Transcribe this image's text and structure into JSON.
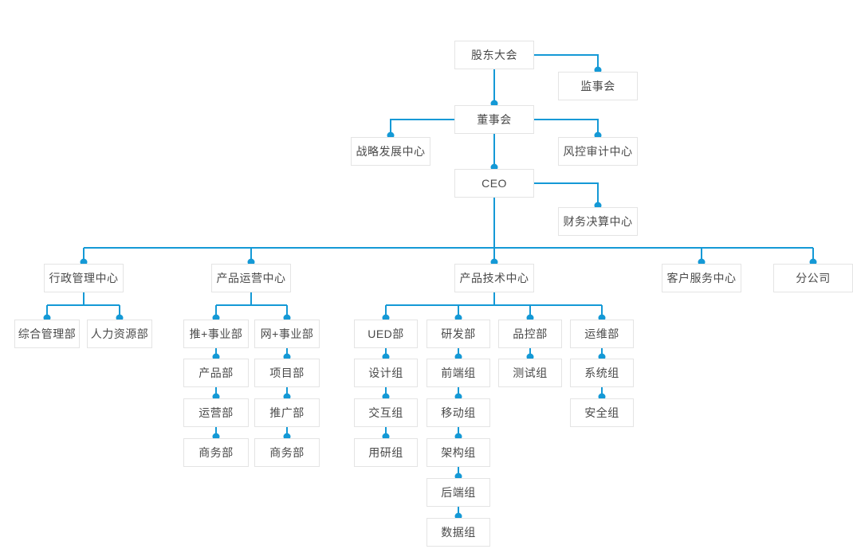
{
  "colors": {
    "line": "#1499d6",
    "node_border": "#e4e4e4",
    "node_bg": "#ffffff",
    "node_text": "#4a4a4a",
    "page_bg": "#ffffff"
  },
  "org": {
    "top": {
      "shareholders": "股东大会",
      "supervisory": "监事会",
      "board": "董事会",
      "strategy": "战略发展中心",
      "risk_audit": "风控审计中心",
      "ceo": "CEO",
      "finance": "财务决算中心"
    },
    "admin": {
      "label": "行政管理中心",
      "children": [
        "综合管理部",
        "人力资源部"
      ]
    },
    "operation": {
      "label": "产品运营中心",
      "tui": {
        "label": "推+事业部",
        "chain": [
          "产品部",
          "运营部",
          "商务部"
        ]
      },
      "wang": {
        "label": "网+事业部",
        "chain": [
          "项目部",
          "推广部",
          "商务部"
        ]
      }
    },
    "tech": {
      "label": "产品技术中心",
      "ued": {
        "label": "UED部",
        "chain": [
          "设计组",
          "交互组",
          "用研组"
        ]
      },
      "rd": {
        "label": "研发部",
        "chain": [
          "前端组",
          "移动组",
          "架构组",
          "后端组",
          "数据组"
        ]
      },
      "qc": {
        "label": "品控部",
        "chain": [
          "测试组"
        ]
      },
      "ops": {
        "label": "运维部",
        "chain": [
          "系统组",
          "安全组"
        ]
      }
    },
    "service": {
      "label": "客户服务中心"
    },
    "branch": {
      "label": "分公司"
    }
  }
}
